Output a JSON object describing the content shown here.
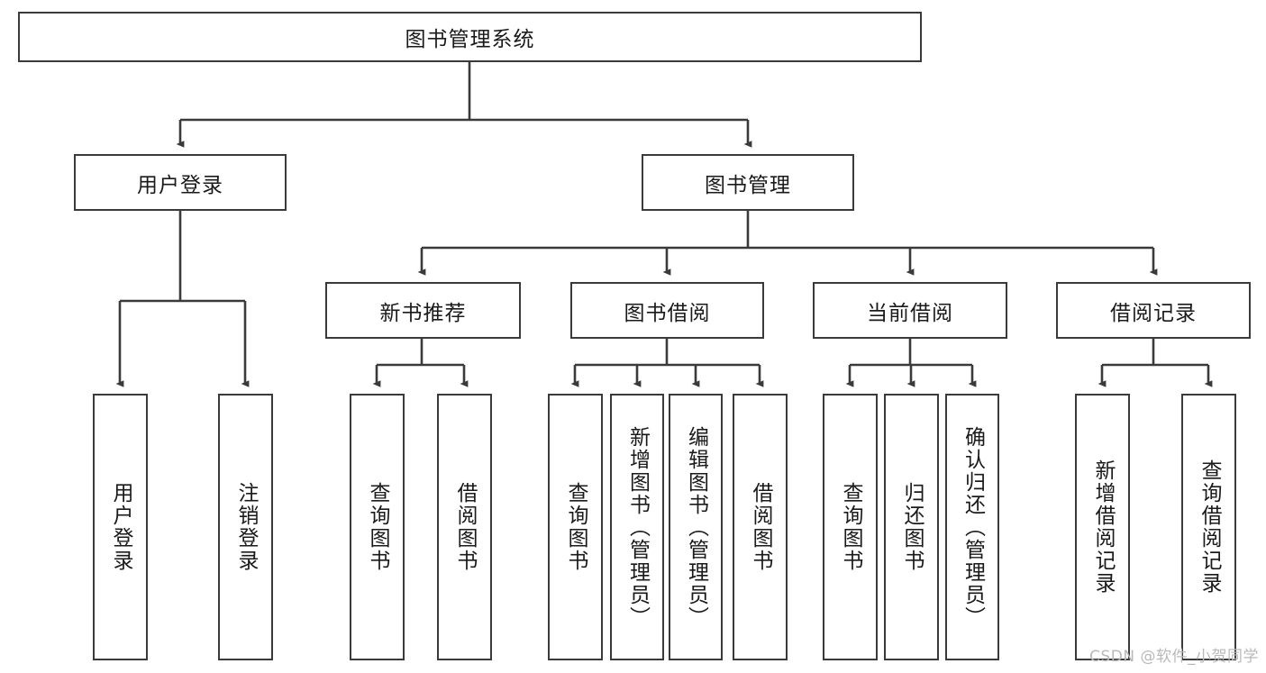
{
  "diagram": {
    "title_node": {
      "label": "图书管理系统"
    },
    "level2": [
      {
        "id": "user-login",
        "label": "用户登录"
      },
      {
        "id": "book-manage",
        "label": "图书管理"
      }
    ],
    "level3": [
      {
        "id": "new-book-recommend",
        "label": "新书推荐"
      },
      {
        "id": "book-borrow",
        "label": "图书借阅"
      },
      {
        "id": "current-borrow",
        "label": "当前借阅"
      },
      {
        "id": "borrow-record",
        "label": "借阅记录"
      }
    ],
    "leaves": {
      "user_login": [
        {
          "id": "leaf-user-login",
          "label": "用户登录"
        },
        {
          "id": "leaf-logout-login",
          "label": "注销登录"
        }
      ],
      "new_book_recommend": [
        {
          "id": "leaf-query-book-1",
          "label": "查询图书"
        },
        {
          "id": "leaf-borrow-book-1",
          "label": "借阅图书"
        }
      ],
      "book_borrow": [
        {
          "id": "leaf-query-book-2",
          "label": "查询图书"
        },
        {
          "id": "leaf-add-book",
          "label": "新增图书（管理员）"
        },
        {
          "id": "leaf-edit-book",
          "label": "编辑图书（管理员）"
        },
        {
          "id": "leaf-borrow-book-2",
          "label": "借阅图书"
        }
      ],
      "current_borrow": [
        {
          "id": "leaf-query-book-3",
          "label": "查询图书"
        },
        {
          "id": "leaf-return-book",
          "label": "归还图书"
        },
        {
          "id": "leaf-confirm-return",
          "label": "确认归还（管理员）"
        }
      ],
      "borrow_record": [
        {
          "id": "leaf-add-borrow-record",
          "label": "新增借阅记录"
        },
        {
          "id": "leaf-query-borrow-record",
          "label": "查询借阅记录"
        }
      ]
    }
  },
  "watermark": {
    "text": "CSDN @软件_小贺同学"
  },
  "colors": {
    "stroke": "#3a3a3a",
    "fill": "#ffffff",
    "text": "#1a1a1a",
    "watermark": "#b9b9b9"
  }
}
